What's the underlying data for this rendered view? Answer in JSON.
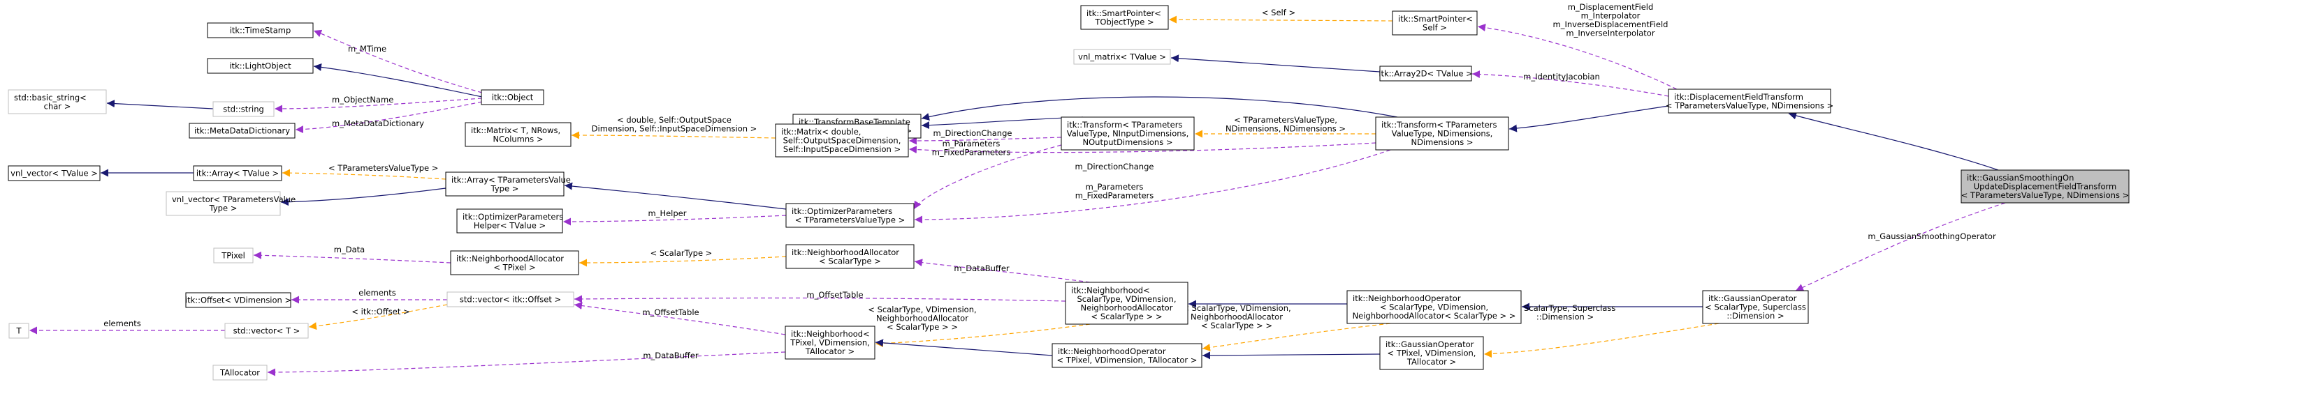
{
  "colors": {
    "inheritance": "#191970",
    "member": "#9a32cd",
    "template": "#ffa500",
    "focus_fill": "#bfbfbf",
    "grey_border": "#bfbfbf"
  },
  "nodes": [
    {
      "id": "timestamp",
      "lines": [
        "itk::TimeStamp"
      ]
    },
    {
      "id": "lightobject",
      "lines": [
        "itk::LightObject"
      ]
    },
    {
      "id": "basicstring",
      "lines": [
        "std::basic_string<",
        "char >"
      ]
    },
    {
      "id": "stdstring",
      "lines": [
        "std::string"
      ]
    },
    {
      "id": "metadict",
      "lines": [
        "itk::MetaDataDictionary"
      ]
    },
    {
      "id": "object",
      "lines": [
        "itk::Object"
      ]
    },
    {
      "id": "vnlvector",
      "lines": [
        "vnl_vector< TValue >"
      ]
    },
    {
      "id": "array",
      "lines": [
        "itk::Array< TValue >"
      ]
    },
    {
      "id": "vnlvectorT",
      "lines": [
        "vnl_vector< TParametersValue",
        "Type >"
      ]
    },
    {
      "id": "arrayT",
      "lines": [
        "itk::Array< TParametersValue",
        "Type >"
      ]
    },
    {
      "id": "optparamhelper",
      "lines": [
        "itk::OptimizerParameters",
        "Helper< TValue >"
      ]
    },
    {
      "id": "tpixel",
      "lines": [
        "TPixel"
      ]
    },
    {
      "id": "nbhdallocTP",
      "lines": [
        "itk::NeighborhoodAllocator",
        "< TPixel >"
      ]
    },
    {
      "id": "offsetVD",
      "lines": [
        "itk::Offset< VDimension >"
      ]
    },
    {
      "id": "T",
      "lines": [
        "T"
      ]
    },
    {
      "id": "stdvectorOffset",
      "lines": [
        "std::vector< itk::Offset >"
      ]
    },
    {
      "id": "stdvectorT",
      "lines": [
        "std::vector< T >"
      ]
    },
    {
      "id": "tallocator",
      "lines": [
        "TAllocator"
      ]
    },
    {
      "id": "matrixT",
      "lines": [
        "itk::Matrix< T, NRows,",
        "NColumns >"
      ]
    },
    {
      "id": "tbt",
      "lines": [
        "itk::TransformBaseTemplate",
        "< TParametersValueType >"
      ]
    },
    {
      "id": "matrixD",
      "lines": [
        "itk::Matrix< double,",
        "Self::OutputSpaceDimension,",
        "Self::InputSpaceDimension >"
      ]
    },
    {
      "id": "optparams",
      "lines": [
        "itk::OptimizerParameters",
        "< TParametersValueType >"
      ]
    },
    {
      "id": "nbhdallocST",
      "lines": [
        "itk::NeighborhoodAllocator",
        "< ScalarType >"
      ]
    },
    {
      "id": "nbhdTP",
      "lines": [
        "itk::Neighborhood<",
        "TPixel, VDimension,",
        "TAllocator >"
      ]
    },
    {
      "id": "smartptrT",
      "lines": [
        "itk::SmartPointer<",
        "TObjectType >"
      ]
    },
    {
      "id": "transformT",
      "lines": [
        "itk::Transform< TParameters",
        "ValueType, NInputDimensions,",
        "NOutputDimensions >"
      ]
    },
    {
      "id": "nbhdST",
      "lines": [
        "itk::Neighborhood<",
        "ScalarType, VDimension,",
        "NeighborhoodAllocator",
        "< ScalarType > >"
      ]
    },
    {
      "id": "nbhdopTP",
      "lines": [
        "itk::NeighborhoodOperator",
        "< TPixel, VDimension, TAllocator >"
      ]
    },
    {
      "id": "smartptrSelf",
      "lines": [
        "itk::SmartPointer<",
        "Self >"
      ]
    },
    {
      "id": "vnlmatrix",
      "lines": [
        "vnl_matrix< TValue >"
      ]
    },
    {
      "id": "array2d",
      "lines": [
        "itk::Array2D< TValue >"
      ]
    },
    {
      "id": "transformN",
      "lines": [
        "itk::Transform< TParameters",
        "ValueType, NDimensions,",
        "NDimensions >"
      ]
    },
    {
      "id": "nbhdopST",
      "lines": [
        "itk::NeighborhoodOperator",
        "< ScalarType, VDimension,",
        "NeighborhoodAllocator< ScalarType > >"
      ]
    },
    {
      "id": "gaussopTP",
      "lines": [
        "itk::GaussianOperator",
        "< TPixel, VDimension,",
        "TAllocator >"
      ]
    },
    {
      "id": "dft",
      "lines": [
        "itk::DisplacementFieldTransform",
        "< TParametersValueType, NDimensions >"
      ]
    },
    {
      "id": "gaussopST",
      "lines": [
        "itk::GaussianOperator",
        "< ScalarType, Superclass",
        "::Dimension >"
      ]
    },
    {
      "id": "gsudft",
      "lines": [
        "itk::GaussianSmoothingOn",
        "UpdateDisplacementFieldTransform",
        "< TParametersValueType, NDimensions >"
      ]
    }
  ],
  "edge_labels": {
    "m_MTime": "m_MTime",
    "m_ObjectName": "m_ObjectName",
    "m_MetaDataDictionary": "m_MetaDataDictionary",
    "tparam_arr": "< TParametersValueType >",
    "m_Helper": "m_Helper",
    "m_Data": "m_Data",
    "scalar_type": "< ScalarType >",
    "elements1": "elements",
    "elements2": "elements",
    "itk_offset": "< itk::Offset >",
    "m_OffsetTable1": "m_OffsetTable",
    "m_OffsetTable2": "m_OffsetTable",
    "m_DataBuffer1": "m_DataBuffer",
    "m_DataBuffer2": "m_DataBuffer",
    "double_self": "< double, Self::OutputSpace\nDimension, Self::InputSpaceDimension >",
    "m_DirectionChange1": "m_DirectionChange",
    "m_Parameters1": "m_Parameters\nm_FixedParameters",
    "m_DirectionChange2": "m_DirectionChange",
    "m_Parameters2": "m_Parameters\nm_FixedParameters",
    "tparam_ndim": "< TParametersValueType,\nNDimensions, NDimensions >",
    "self": "< Self >",
    "m_IdentityJacobian": "m_IdentityJacobian",
    "m_Displacement": "m_DisplacementField\nm_Interpolator\nm_InverseDisplacementField\nm_InverseInterpolator",
    "m_GaussianSmoothingOperator": "m_GaussianSmoothingOperator",
    "scalar_vdim1": "< ScalarType, VDimension,\nNeighborhoodAllocator\n< ScalarType > >",
    "scalar_vdim2": "< ScalarType, VDimension,\nNeighborhoodAllocator\n< ScalarType > >",
    "scalar_super": "< ScalarType, Superclass\n::Dimension >"
  }
}
